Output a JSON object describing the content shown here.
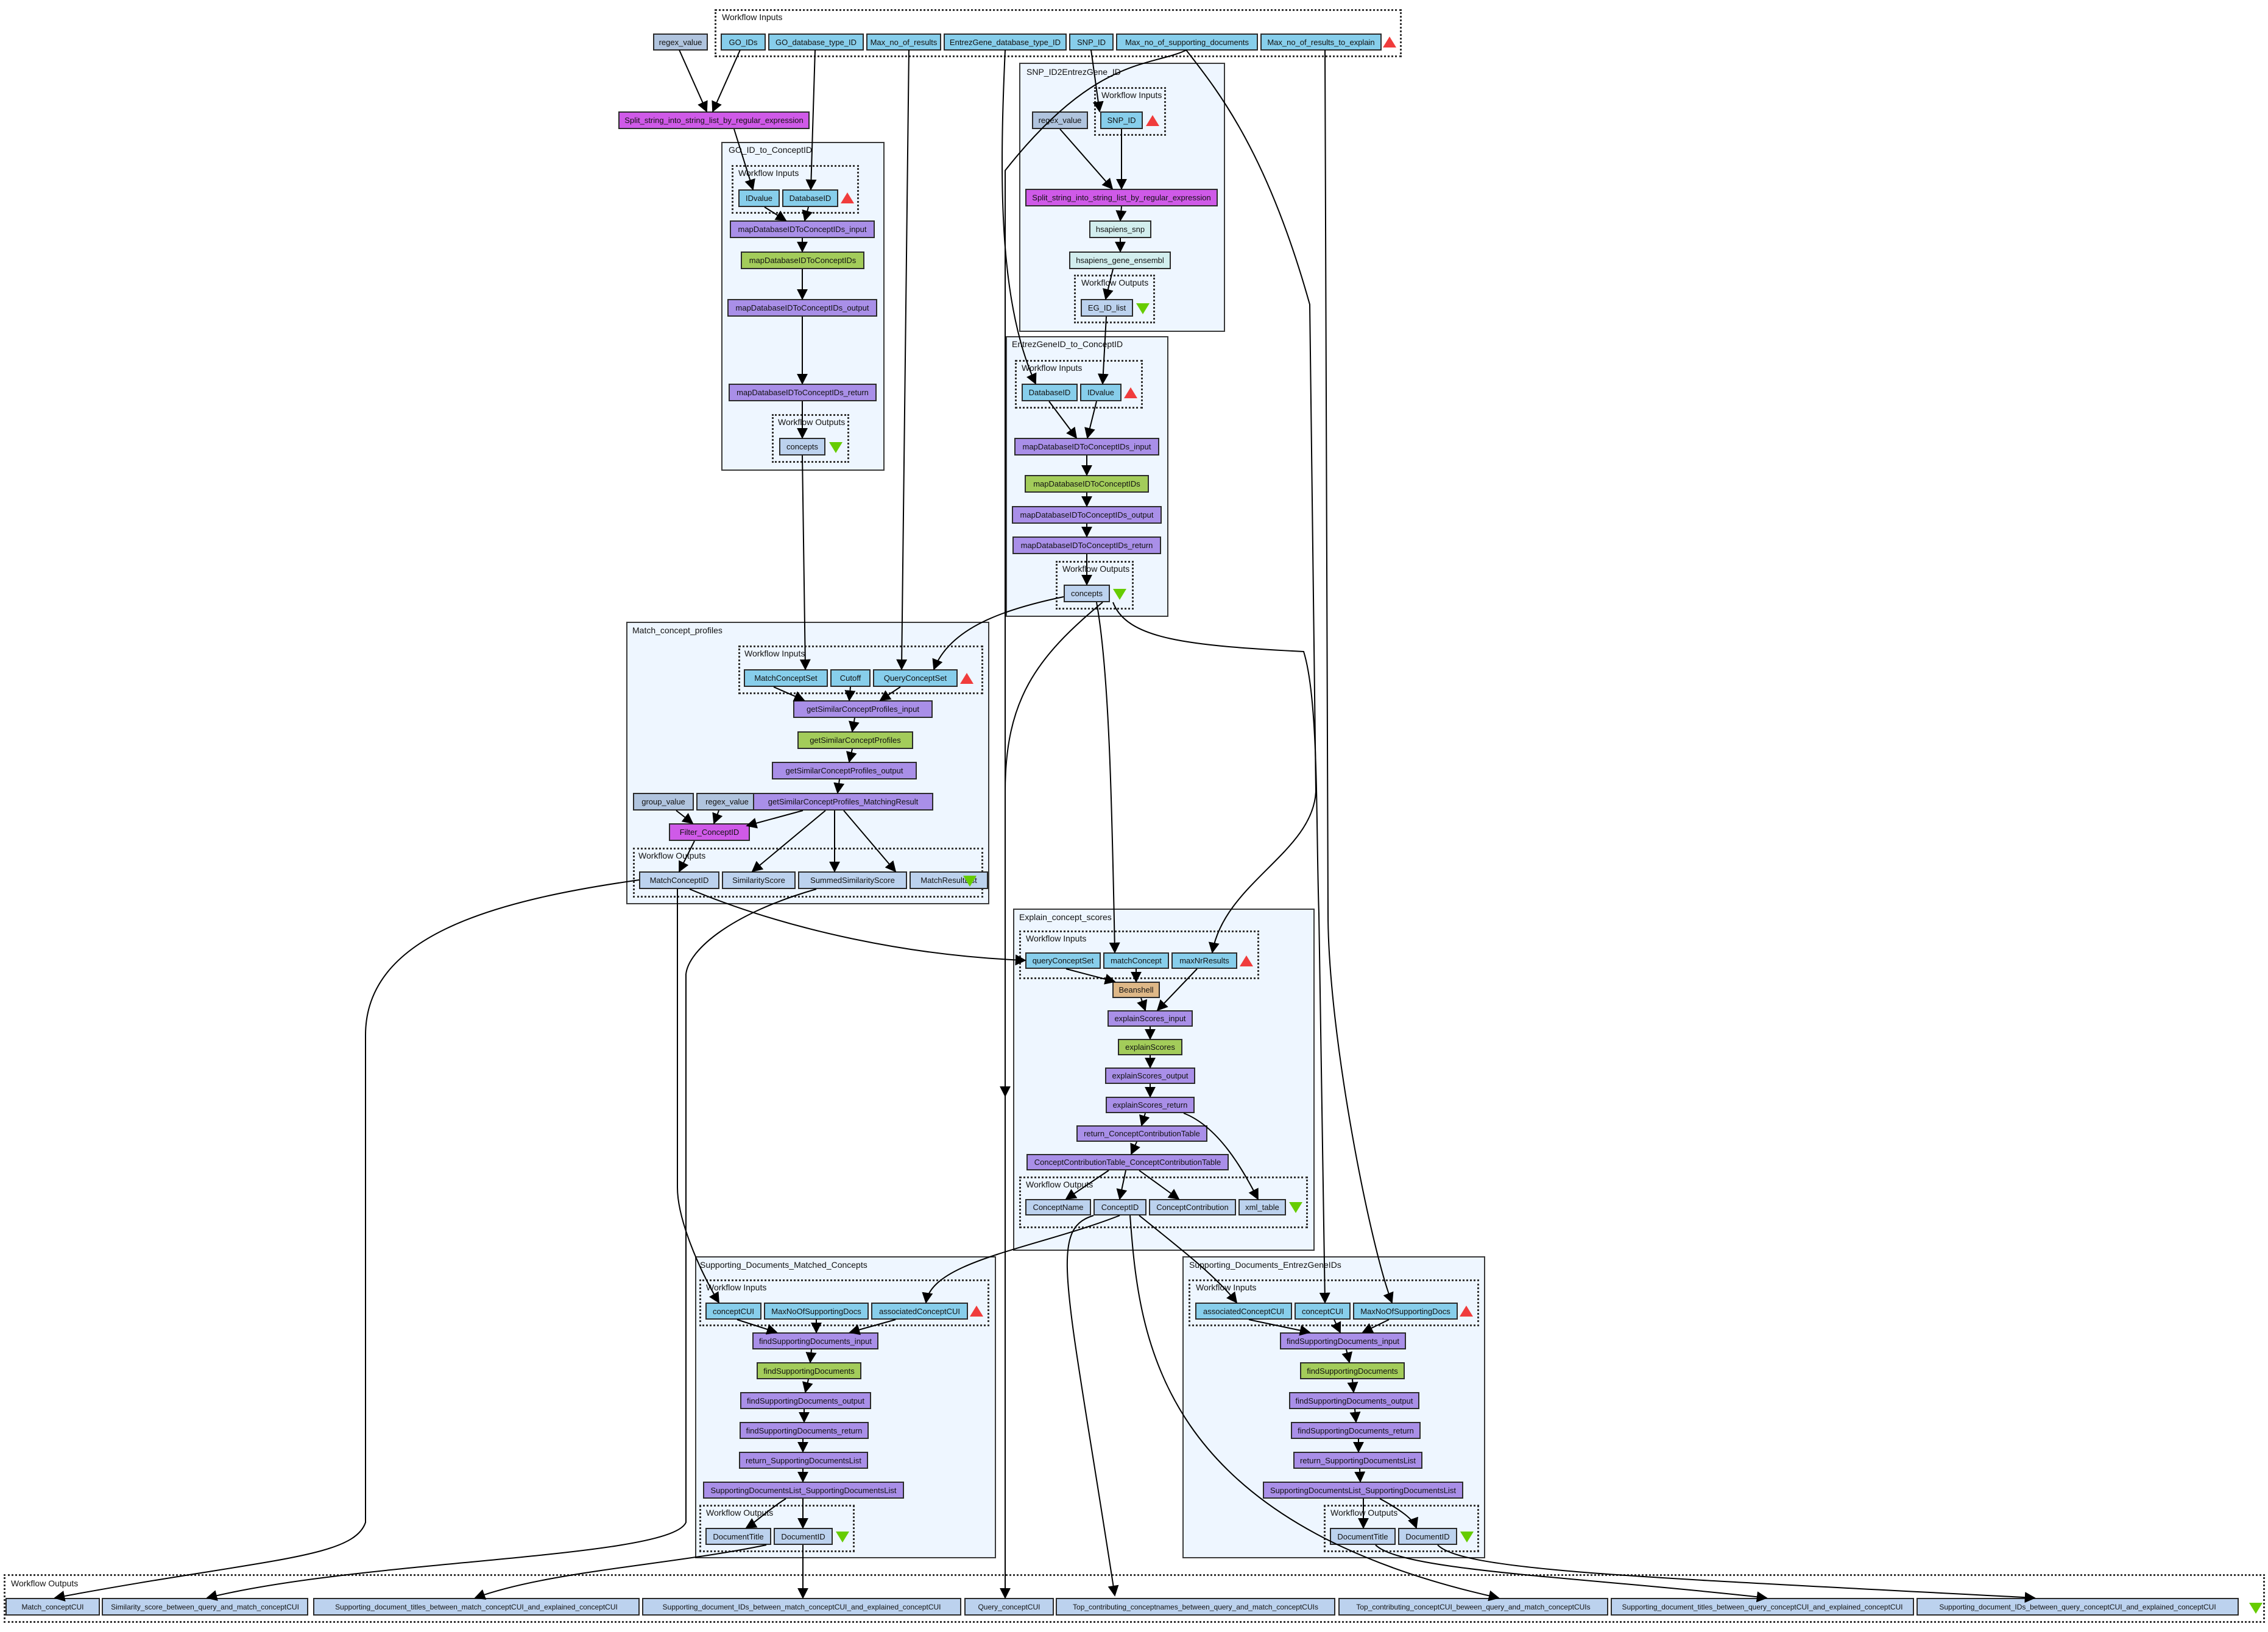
{
  "colors": {
    "input": "#87ceeb",
    "output": "#bcd2ee",
    "constant": "#b0c4de",
    "wsdl_port": "#a98fe8",
    "service": "#a3cc5a",
    "local_worker": "#cf5ae8",
    "biomart": "#d2eeee",
    "beanshell": "#deb887",
    "cluster_fill": "#eef6ff",
    "input_marker": "#f03c3c",
    "output_marker": "#66cc00"
  },
  "labels": {
    "workflow_inputs": "Workflow Inputs",
    "workflow_outputs": "Workflow Outputs"
  },
  "top": {
    "regex_value": "regex_value",
    "split": "Split_string_into_string_list_by_regular_expression",
    "inputs": [
      "GO_IDs",
      "GO_database_type_ID",
      "Max_no_of_results",
      "EntrezGene_database_type_ID",
      "SNP_ID",
      "Max_no_of_supporting_documents",
      "Max_no_of_results_to_explain"
    ]
  },
  "go_id": {
    "title": "GO_ID_to_ConceptID",
    "inputs": [
      "IDvalue",
      "DatabaseID"
    ],
    "steps": [
      "mapDatabaseIDToConceptIDs_input",
      "mapDatabaseIDToConceptIDs",
      "mapDatabaseIDToConceptIDs_output",
      "mapDatabaseIDToConceptIDs_return"
    ],
    "outputs": [
      "concepts"
    ]
  },
  "snp": {
    "title": "SNP_ID2EntrezGene_ID",
    "regex_value": "regex_value",
    "inputs": [
      "SNP_ID"
    ],
    "split": "Split_string_into_string_list_by_regular_expression",
    "steps": [
      "hsapiens_snp",
      "hsapiens_gene_ensembl"
    ],
    "outputs": [
      "EG_ID_list"
    ]
  },
  "entrez": {
    "title": "EntrezGeneID_to_ConceptID",
    "inputs": [
      "DatabaseID",
      "IDvalue"
    ],
    "steps": [
      "mapDatabaseIDToConceptIDs_input",
      "mapDatabaseIDToConceptIDs",
      "mapDatabaseIDToConceptIDs_output",
      "mapDatabaseIDToConceptIDs_return"
    ],
    "outputs": [
      "concepts"
    ]
  },
  "match": {
    "title": "Match_concept_profiles",
    "inputs": [
      "MatchConceptSet",
      "Cutoff",
      "QueryConceptSet"
    ],
    "steps": [
      "getSimilarConceptProfiles_input",
      "getSimilarConceptProfiles",
      "getSimilarConceptProfiles_output",
      "getSimilarConceptProfiles_MatchingResult"
    ],
    "group_value": "group_value",
    "regex_value": "regex_value",
    "filter": "Filter_ConceptID",
    "outputs": [
      "MatchConceptID",
      "SimilarityScore",
      "SummedSimilarityScore",
      "MatchResultList"
    ]
  },
  "explain": {
    "title": "Explain_concept_scores",
    "inputs": [
      "queryConceptSet",
      "matchConcept",
      "maxNrResults"
    ],
    "beanshell": "Beanshell",
    "steps": [
      "explainScores_input",
      "explainScores",
      "explainScores_output",
      "explainScores_return",
      "return_ConceptContributionTable",
      "ConceptContributionTable_ConceptContributionTable"
    ],
    "outputs": [
      "ConceptName",
      "ConceptID",
      "ConceptContribution",
      "xml_table"
    ]
  },
  "sd_matched": {
    "title": "Supporting_Documents_Matched_Concepts",
    "inputs": [
      "conceptCUI",
      "MaxNoOfSupportingDocs",
      "associatedConceptCUI"
    ],
    "steps": [
      "findSupportingDocuments_input",
      "findSupportingDocuments",
      "findSupportingDocuments_output",
      "findSupportingDocuments_return",
      "return_SupportingDocumentsList",
      "SupportingDocumentsList_SupportingDocumentsList"
    ],
    "outputs": [
      "DocumentTitle",
      "DocumentID"
    ]
  },
  "sd_entrez": {
    "title": "Supporting_Documents_EntrezGeneIDs",
    "inputs": [
      "associatedConceptCUI",
      "conceptCUI",
      "MaxNoOfSupportingDocs"
    ],
    "steps": [
      "findSupportingDocuments_input",
      "findSupportingDocuments",
      "findSupportingDocuments_output",
      "findSupportingDocuments_return",
      "return_SupportingDocumentsList",
      "SupportingDocumentsList_SupportingDocumentsList"
    ],
    "outputs": [
      "DocumentTitle",
      "DocumentID"
    ]
  },
  "bottom": {
    "outputs": [
      "Match_conceptCUI",
      "Similarity_score_between_query_and_match_conceptCUI",
      "Supporting_document_titles_between_match_conceptCUI_and_explained_conceptCUI",
      "Supporting_document_IDs_between_match_conceptCUI_and_explained_conceptCUI",
      "Query_conceptCUI",
      "Top_contributing_conceptnames_between_query_and_match_conceptCUIs",
      "Top_contributing_conceptCUI_beween_query_and_match_conceptCUIs",
      "Supporting_document_titles_between_query_conceptCUI_and_explained_conceptCUI",
      "Supporting_document_IDs_between_query_conceptCUI_and_explained_conceptCUI"
    ]
  }
}
